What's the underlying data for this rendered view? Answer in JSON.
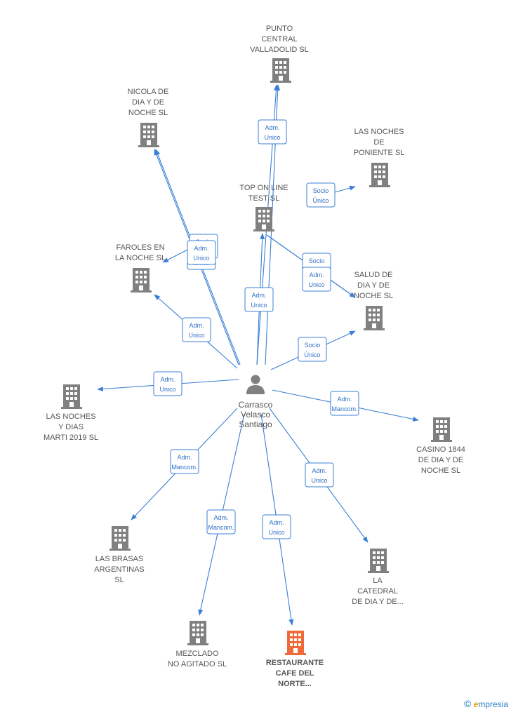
{
  "colors": {
    "edge": "#3b7fd4",
    "building": "#808080",
    "highlight": "#ef6a3a",
    "person": "#808080"
  },
  "center": {
    "name_lines": [
      "Carrasco",
      "Velasco",
      "Santiago"
    ],
    "icon": "person-icon"
  },
  "companies": [
    {
      "id": "punto-central",
      "lines": [
        "PUNTO",
        "CENTRAL",
        "VALLADOLID  SL"
      ],
      "icon": "building-icon"
    },
    {
      "id": "nicola",
      "lines": [
        "NICOLA DE",
        "DIA Y DE",
        "NOCHE  SL"
      ],
      "icon": "building-icon"
    },
    {
      "id": "noches-poniente",
      "lines": [
        "LAS NOCHES",
        "DE",
        "PONIENTE SL"
      ],
      "icon": "building-icon"
    },
    {
      "id": "top-on-line",
      "lines": [
        "TOP ON LINE",
        "TEST  SL"
      ],
      "icon": "building-icon"
    },
    {
      "id": "faroles",
      "lines": [
        "FAROLES EN",
        "LA NOCHE  SL"
      ],
      "icon": "building-icon"
    },
    {
      "id": "salud",
      "lines": [
        "SALUD DE",
        "DIA Y DE",
        "NOCHE  SL"
      ],
      "icon": "building-icon"
    },
    {
      "id": "noches-marti",
      "lines": [
        "LAS NOCHES",
        "Y DIAS",
        "MARTI 2019  SL"
      ],
      "icon": "building-icon"
    },
    {
      "id": "casino",
      "lines": [
        "CASINO 1844",
        "DE DIA Y DE",
        "NOCHE  SL"
      ],
      "icon": "building-icon"
    },
    {
      "id": "brasas",
      "lines": [
        "LAS BRASAS",
        "ARGENTINAS",
        "SL"
      ],
      "icon": "building-icon"
    },
    {
      "id": "catedral",
      "lines": [
        "LA",
        "CATEDRAL",
        "DE DIA Y DE..."
      ],
      "icon": "building-icon"
    },
    {
      "id": "mezclado",
      "lines": [
        "MEZCLADO",
        "NO AGITADO SL"
      ],
      "icon": "building-icon"
    },
    {
      "id": "restaurante",
      "lines": [
        "RESTAURANTE",
        "CAFE DEL",
        "NORTE..."
      ],
      "icon": "building-icon",
      "highlight": true
    }
  ],
  "edges": [
    {
      "target": "punto-central",
      "label": [
        "Socio",
        "Único"
      ]
    },
    {
      "target": "nicola",
      "label": [
        "Socio",
        "Único"
      ]
    },
    {
      "target": "noches-poniente",
      "label": [
        "Socio",
        "Único"
      ]
    },
    {
      "target": "top-on-line",
      "label": [
        "Adm.",
        "Unico"
      ]
    },
    {
      "target": "faroles",
      "label": [
        "Adm.",
        "Unico"
      ]
    },
    {
      "target": "salud",
      "label": [
        "Socio",
        "Único"
      ]
    },
    {
      "target": "salud",
      "label": [
        "Adm.",
        "Unico"
      ]
    },
    {
      "target": "punto-central",
      "label": [
        "Adm.",
        "Unico"
      ]
    },
    {
      "target": "nicola",
      "label": [
        "Adm.",
        "Unico"
      ]
    },
    {
      "target": "noches-poniente",
      "label": [
        "Socio",
        "Único"
      ]
    },
    {
      "target": "noches-marti",
      "label": [
        "Adm.",
        "Unico"
      ]
    },
    {
      "target": "casino",
      "label": [
        "Adm.",
        "Mancom."
      ]
    },
    {
      "target": "brasas",
      "label": [
        "Adm.",
        "Mancom."
      ]
    },
    {
      "target": "catedral",
      "label": [
        "Adm.",
        "Unico"
      ]
    },
    {
      "target": "mezclado",
      "label": [
        "Adm.",
        "Mancom."
      ]
    },
    {
      "target": "restaurante",
      "label": [
        "Adm.",
        "Unico"
      ]
    },
    {
      "target": "top-on-line",
      "label": [
        "Adm.",
        "Unico"
      ]
    }
  ],
  "brand": {
    "copyright": "©",
    "first": "e",
    "rest": "mpresia"
  }
}
